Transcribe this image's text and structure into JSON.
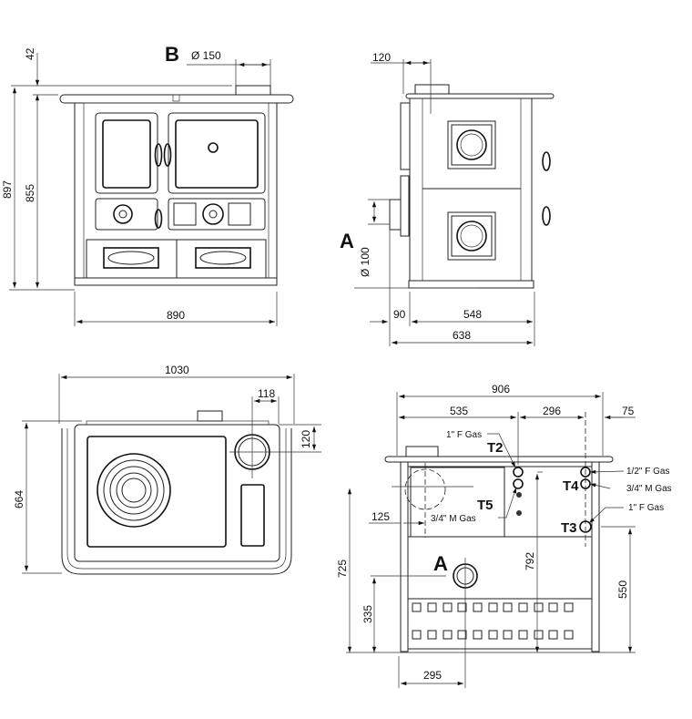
{
  "front_view": {
    "label_B": "B",
    "flue_diameter": "Ø 150",
    "dim_top_offset": "42",
    "dim_total_height": "897",
    "dim_body_height": "855",
    "dim_width": "890"
  },
  "side_view": {
    "dim_flue_offset": "120",
    "label_A": "A",
    "rear_diameter": "Ø 100",
    "dim_rear_offset": "90",
    "dim_body_depth": "548",
    "dim_total_depth": "638"
  },
  "top_view": {
    "dim_total_width": "1030",
    "dim_flue_x": "118",
    "dim_flue_y": "120",
    "dim_depth": "664"
  },
  "rear_view": {
    "dim_width": "906",
    "dim_a": "535",
    "dim_b": "296",
    "dim_c": "75",
    "dim_125": "125",
    "dim_725": "725",
    "dim_335": "335",
    "dim_792": "792",
    "dim_550": "550",
    "dim_295": "295",
    "label_A": "A",
    "connections": [
      {
        "id": "T2",
        "spec": "1\" F Gas"
      },
      {
        "id": "T5",
        "spec": "3/4\" M Gas"
      },
      {
        "id": "T4",
        "spec_top": "1/2\" F Gas",
        "spec_bottom": "3/4\" M Gas"
      },
      {
        "id": "T3",
        "spec": "1\" F Gas"
      }
    ]
  }
}
